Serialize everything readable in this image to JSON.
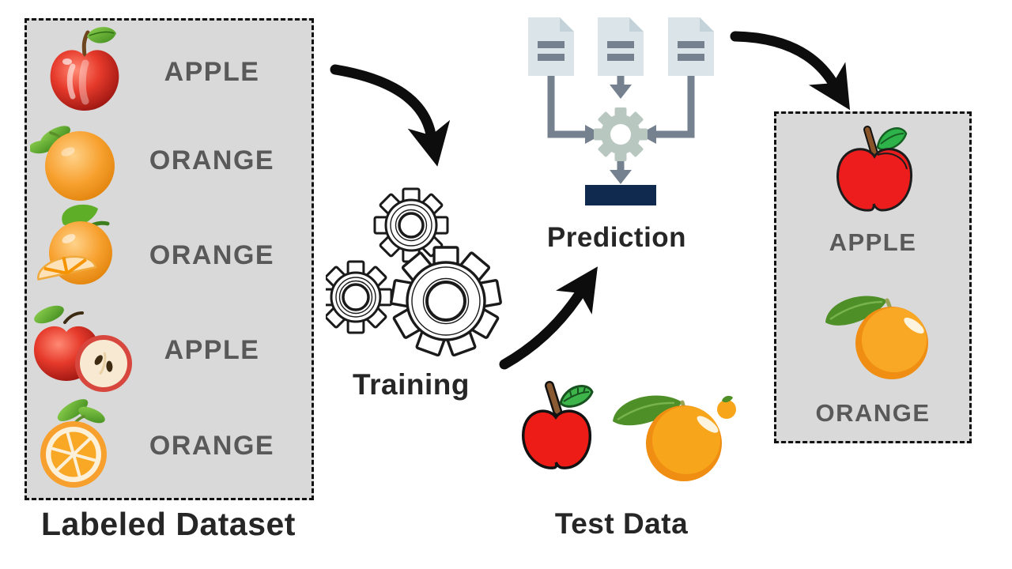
{
  "labeled_dataset": {
    "title": "Labeled Dataset",
    "items": [
      {
        "icon": "apple-photo-icon",
        "label": "APPLE"
      },
      {
        "icon": "orange-photo-icon",
        "label": "ORANGE"
      },
      {
        "icon": "orange-slice-icon",
        "label": "ORANGE"
      },
      {
        "icon": "apple-half-icon",
        "label": "APPLE"
      },
      {
        "icon": "orange-halved-icon",
        "label": "ORANGE"
      }
    ]
  },
  "training": {
    "label": "Training",
    "icon": "gears-icon"
  },
  "prediction": {
    "label": "Prediction",
    "icon": "document-merge-gear-icon"
  },
  "test_data": {
    "title": "Test Data",
    "items": [
      {
        "icon": "apple-cartoon-icon"
      },
      {
        "icon": "orange-cartoon-icon"
      }
    ]
  },
  "output": {
    "items": [
      {
        "icon": "apple-cartoon-icon",
        "label": "APPLE"
      },
      {
        "icon": "orange-cartoon-icon",
        "label": "ORANGE"
      }
    ]
  },
  "colors": {
    "box_background": "#d9d9d9",
    "box_border": "#111111",
    "heading_text": "#262626",
    "fruit_label_text": "#595959",
    "arrow_black": "#0d0d0d",
    "navy_output_bar": "#0f2a4e",
    "document_body": "#dbe5e9",
    "document_fold": "#c3d3d9",
    "document_lines": "#76818f",
    "flow_gear": "#b9c7c1",
    "apple_red": "#ed1c16",
    "orange_fruit": "#f7a61b",
    "leaf_green": "#4e8f27"
  }
}
